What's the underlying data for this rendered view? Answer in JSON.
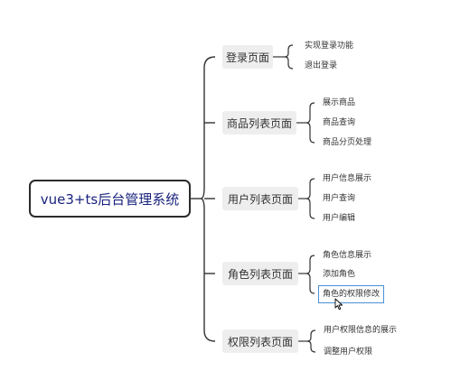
{
  "root": {
    "label": "vue3+ts后台管理系统"
  },
  "branches": [
    {
      "label": "登录页面",
      "children": [
        "实现登录功能",
        "退出登录"
      ]
    },
    {
      "label": "商品列表页面",
      "children": [
        "展示商品",
        "商品查询",
        "商品分页处理"
      ]
    },
    {
      "label": "用户列表页面",
      "children": [
        "用户信息展示",
        "用户查询",
        "用户编辑"
      ]
    },
    {
      "label": "角色列表页面",
      "children": [
        "角色信息展示",
        "添加角色",
        "角色的权限修改"
      ]
    },
    {
      "label": "权限列表页面",
      "children": [
        "用户权限信息的展示",
        "调整用户权限"
      ]
    }
  ],
  "selected_leaf": "角色的权限修改",
  "colors": {
    "connector": "#333333",
    "root_text": "#1a237e",
    "branch_bg": "#eeeeee",
    "selection_border": "#4a90d9"
  }
}
